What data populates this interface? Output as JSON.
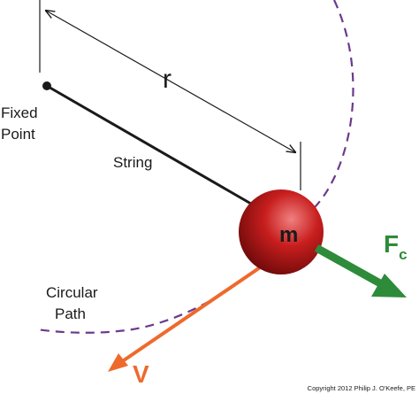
{
  "labels": {
    "radius": "r",
    "fixed_line1": "Fixed",
    "fixed_line2": "Point",
    "string": "String",
    "mass": "m",
    "force_main": "F",
    "force_sub": "c",
    "path_line1": "Circular",
    "path_line2": "Path",
    "velocity": "V",
    "copyright": "Copyright 2012 Philip J. O'Keefe, PE"
  },
  "colors": {
    "path": "#6b3a8c",
    "ball_highlight": "#f08080",
    "ball_mid": "#c81e1e",
    "ball_dark": "#6e0a0a",
    "force_arrow": "#2e8b3a",
    "velocity_arrow": "#ee6a2c",
    "line": "#1a1a1a"
  },
  "icons": {
    "fixed_point": "filled-dot-icon",
    "mass": "sphere-icon"
  }
}
